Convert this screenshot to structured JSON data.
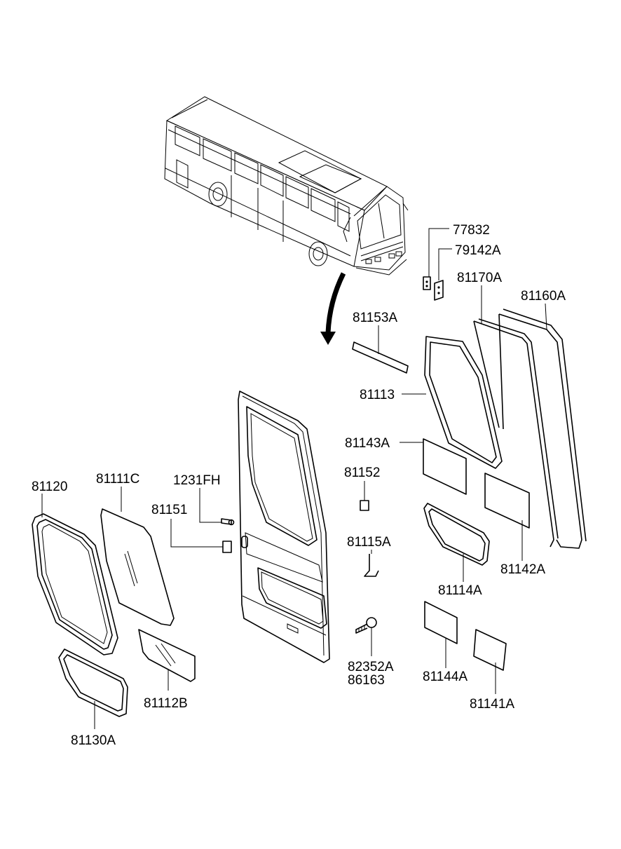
{
  "labels": {
    "p77832": "77832",
    "p79142A": "79142A",
    "p81170A": "81170A",
    "p81160A": "81160A",
    "p81153A": "81153A",
    "p81113": "81113",
    "p81143A": "81143A",
    "p81152": "81152",
    "p81115A": "81115A",
    "p81114A": "81114A",
    "p81142A": "81142A",
    "p82352A": "82352A",
    "p86163": "86163",
    "p81144A": "81144A",
    "p81141A": "81141A",
    "p81120": "81120",
    "p81111C": "81111C",
    "p1231FH": "1231FH",
    "p81151": "81151",
    "p81112B": "81112B",
    "p81130A": "81130A"
  }
}
